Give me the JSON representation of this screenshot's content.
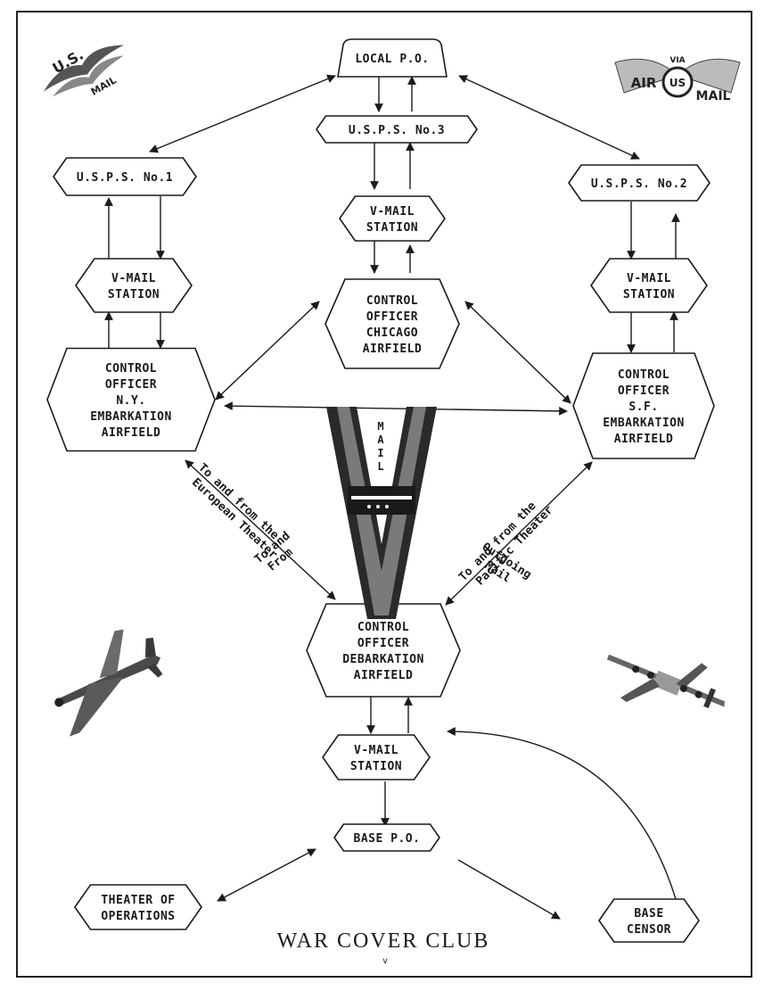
{
  "diagram": {
    "title": "WAR COVER CLUB",
    "nodes": [
      {
        "id": "local-po",
        "lines": [
          "LOCAL P.O."
        ]
      },
      {
        "id": "usps-3",
        "lines": [
          "U.S.P.S. No.3"
        ]
      },
      {
        "id": "usps-1",
        "lines": [
          "U.S.P.S. No.1"
        ]
      },
      {
        "id": "usps-2",
        "lines": [
          "U.S.P.S. No.2"
        ]
      },
      {
        "id": "vmail-center",
        "lines": [
          "V-MAIL",
          "STATION"
        ]
      },
      {
        "id": "vmail-left",
        "lines": [
          "V-MAIL",
          "STATION"
        ]
      },
      {
        "id": "vmail-right",
        "lines": [
          "V-MAIL",
          "STATION"
        ]
      },
      {
        "id": "control-chicago",
        "lines": [
          "CONTROL",
          "OFFICER",
          "CHICAGO",
          "AIRFIELD"
        ]
      },
      {
        "id": "control-ny",
        "lines": [
          "CONTROL",
          "OFFICER",
          "N.Y.",
          "EMBARKATION",
          "AIRFIELD"
        ]
      },
      {
        "id": "control-sf",
        "lines": [
          "CONTROL",
          "OFFICER",
          "S.F.",
          "EMBARKATION",
          "AIRFIELD"
        ]
      },
      {
        "id": "control-debark",
        "lines": [
          "CONTROL",
          "OFFICER",
          "DEBARKATION",
          "AIRFIELD"
        ]
      },
      {
        "id": "vmail-bottom",
        "lines": [
          "V-MAIL",
          "STATION"
        ]
      },
      {
        "id": "base-po",
        "lines": [
          "BASE P.O."
        ]
      },
      {
        "id": "theater-ops",
        "lines": [
          "THEATER OF",
          "OPERATIONS"
        ]
      },
      {
        "id": "base-censor",
        "lines": [
          "BASE",
          "CENSOR"
        ]
      }
    ],
    "edge_labels": {
      "europe": [
        "To and from the",
        "European Theater"
      ],
      "pacific": [
        "To and from the",
        "Pacific Theater"
      ],
      "theater": [
        "To and",
        "From"
      ],
      "outgoing": [
        "Outgoing",
        "Mail"
      ]
    },
    "vmail_letters": [
      "M",
      "A",
      "I",
      "L"
    ],
    "logos": {
      "us_mail": [
        "U.S.",
        "MAIL"
      ],
      "air_mail": [
        "VIA",
        "AIR",
        "US",
        "MAIL"
      ]
    }
  }
}
